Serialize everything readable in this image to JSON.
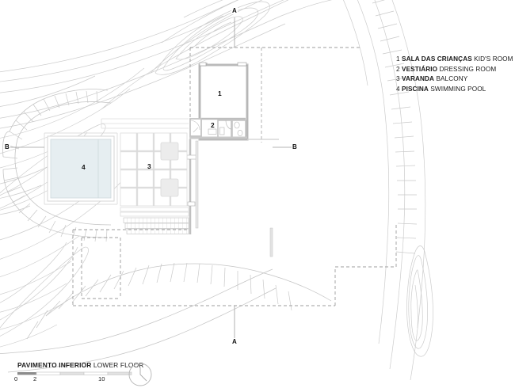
{
  "sheet": {
    "title_pt": "PAVIMENTO INFERIOR",
    "title_en": "LOWER FLOOR",
    "scale_ticks": [
      "0",
      "2",
      "10"
    ],
    "north_icon": "north-arrow-icon"
  },
  "legend": {
    "items": [
      {
        "num": "1",
        "pt": "SALA DAS CRIANÇAS",
        "en": "KID'S ROOM"
      },
      {
        "num": "2",
        "pt": "VESTIÁRIO",
        "en": "DRESSING ROOM"
      },
      {
        "num": "3",
        "pt": "VARANDA",
        "en": "BALCONY"
      },
      {
        "num": "4",
        "pt": "PISCINA",
        "en": "SWIMMING POOL"
      }
    ]
  },
  "plan": {
    "room_labels": [
      {
        "id": "1",
        "name": "kid-s-room"
      },
      {
        "id": "2",
        "name": "dressing-room"
      },
      {
        "id": "3",
        "name": "balcony"
      },
      {
        "id": "4",
        "name": "swimming-pool"
      }
    ],
    "section_markers": [
      {
        "id": "A",
        "position": "top"
      },
      {
        "id": "B",
        "position": "left"
      },
      {
        "id": "B",
        "position": "right"
      },
      {
        "id": "A",
        "position": "bottom"
      }
    ]
  },
  "colors": {
    "pool_fill": "#e6eef1",
    "line_dark": "#5a5a5a",
    "line_mid": "#9a9a9a",
    "contour": "#c9c9c9",
    "wall": "#cfcfcf",
    "planter": "#ececec",
    "scale_dark": "#8c8c8c"
  }
}
